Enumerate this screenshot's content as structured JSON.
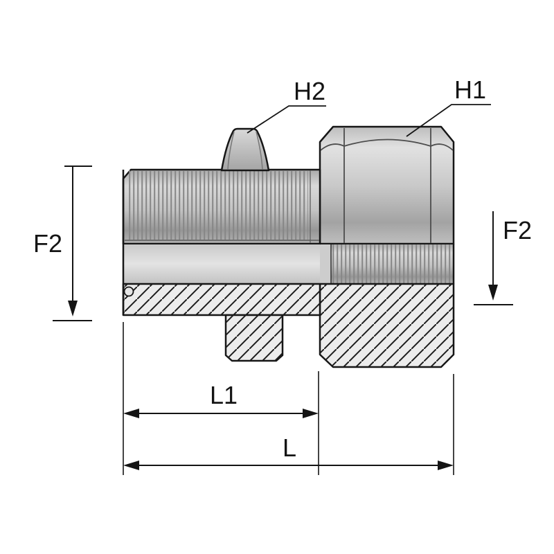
{
  "diagram": {
    "labels": {
      "h1": "H1",
      "h2": "H2",
      "f2_left": "F2",
      "f2_right": "F2",
      "l1": "L1",
      "l": "L"
    },
    "colors": {
      "line": "#141414",
      "metal_light": "#e1e1e1",
      "metal_mid": "#c6c6c6",
      "metal_dark": "#9a9a9a",
      "hatch_background": "#ececec",
      "background": "#ffffff"
    }
  }
}
